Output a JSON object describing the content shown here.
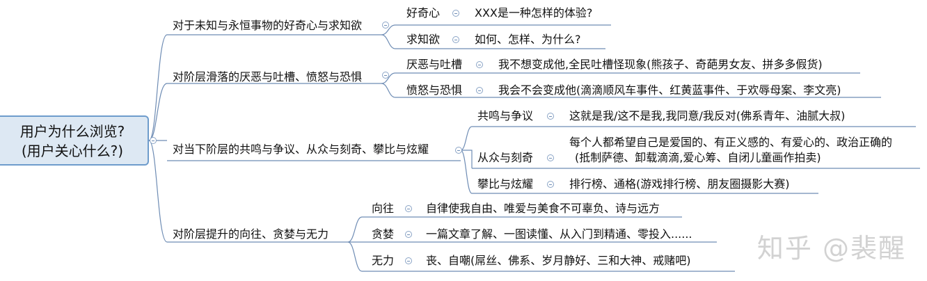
{
  "root": {
    "line1": "用户为什么浏览?",
    "line2": "(用户关心什么?)"
  },
  "branches": [
    {
      "label": "对于未知与永恒事物的好奇心与求知欲",
      "children": [
        {
          "label": "好奇心",
          "detail": [
            "XXX是一种怎样的体验?"
          ]
        },
        {
          "label": "求知欲",
          "detail": [
            "如何、怎样、为什么?"
          ]
        }
      ]
    },
    {
      "label": "对阶层滑落的厌恶与吐槽、愤怒与恐惧",
      "children": [
        {
          "label": "厌恶与吐槽",
          "detail": [
            "我不想变成他,全民吐槽怪现象(熊孩子、奇葩男女友、拼多多假货)"
          ]
        },
        {
          "label": "愤怒与恐惧",
          "detail": [
            "我会不会变成他(滴滴顺风车事件、红黄蓝事件、于欢辱母案、李文亮)"
          ]
        }
      ]
    },
    {
      "label": "对当下阶层的共鸣与争议、从众与刻奇、攀比与炫耀",
      "children": [
        {
          "label": "共鸣与争议",
          "detail": [
            "这就是我/这不是我,我同意/我反对(佛系青年、油腻大叔)"
          ]
        },
        {
          "label": "从众与刻奇",
          "detail": [
            "每个人都希望自己是爱国的、有正义感的、有爱心的、政治正确的",
            "(抵制萨德、卸载滴滴,爱心筹、自闭儿童画作拍卖)"
          ]
        },
        {
          "label": "攀比与炫耀",
          "detail": [
            "排行榜、通格(游戏排行榜、朋友圈摄影大赛)"
          ]
        }
      ]
    },
    {
      "label": "对阶层提升的向往、贪婪与无力",
      "children": [
        {
          "label": "向往",
          "detail": [
            "自律使我自由、唯爱与美食不可辜负、诗与远方"
          ]
        },
        {
          "label": "贪婪",
          "detail": [
            "一篇文章了解、一图读懂、从入门到精通、零投入......"
          ]
        },
        {
          "label": "无力",
          "detail": [
            "丧、自嘲(屌丝、佛系、岁月静好、三和大神、戒赌吧)"
          ]
        }
      ]
    }
  ],
  "watermark": "知乎 @裴醒",
  "colors": {
    "line": "#6e8cb4",
    "root_fill": "#dde8f3",
    "root_border": "#6e9ccc"
  }
}
